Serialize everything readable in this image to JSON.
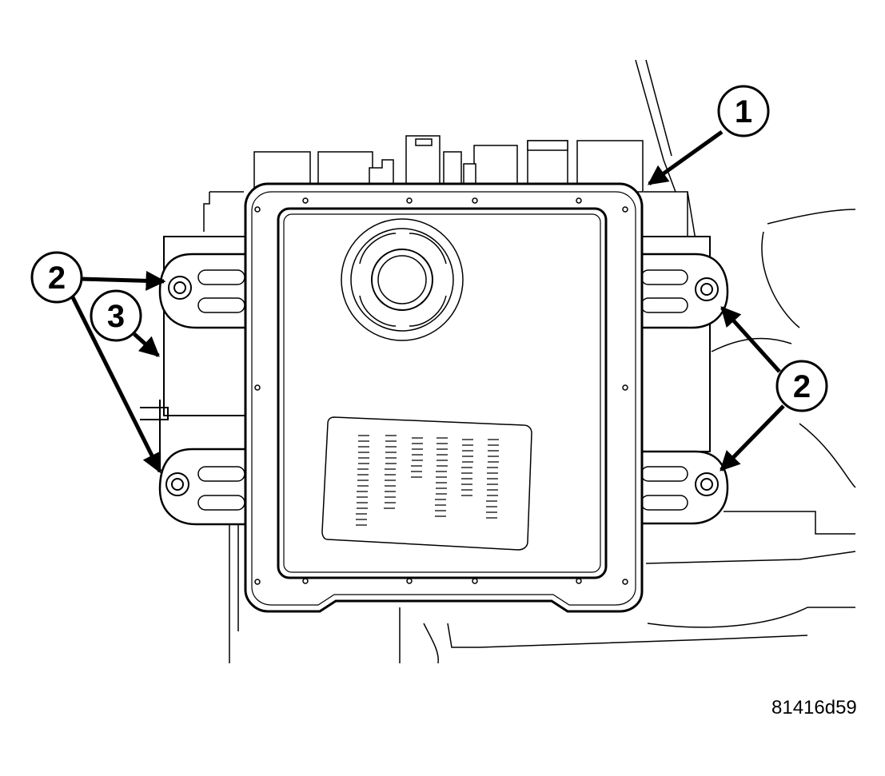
{
  "callouts": {
    "c1": "1",
    "c2_left": "2",
    "c3": "3",
    "c2_right": "2"
  },
  "figure_id": "81416d59",
  "colors": {
    "line": "#000000",
    "background": "#ffffff"
  },
  "icons": [
    "bolt-icon",
    "arrow-icon"
  ]
}
